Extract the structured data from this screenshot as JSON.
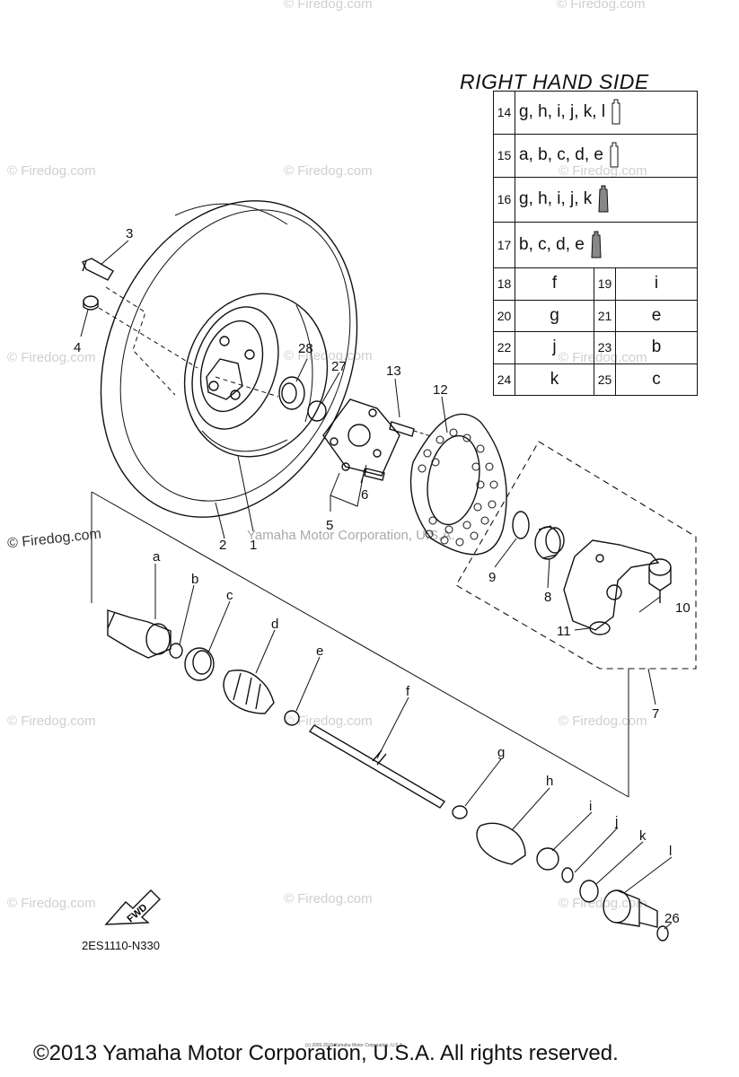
{
  "table": {
    "title": "RIGHT HAND SIDE",
    "rows": [
      {
        "no": "14",
        "letters": "g, h, i, j, k, l"
      },
      {
        "no": "15",
        "letters": "a, b, c, d, e"
      },
      {
        "no": "16",
        "letters": "g, h, i, j, k"
      },
      {
        "no": "17",
        "letters": "b, c, d, e"
      }
    ],
    "pairs": [
      {
        "no1": "18",
        "v1": "f",
        "no2": "19",
        "v2": "i"
      },
      {
        "no1": "20",
        "v1": "g",
        "no2": "21",
        "v2": "e"
      },
      {
        "no1": "22",
        "v1": "j",
        "no2": "23",
        "v2": "b"
      },
      {
        "no1": "24",
        "v1": "k",
        "no2": "25",
        "v2": "c"
      }
    ]
  },
  "callouts": {
    "n1": "1",
    "n2": "2",
    "n3": "3",
    "n4": "4",
    "n5": "5",
    "n6": "6",
    "n7": "7",
    "n8": "8",
    "n9": "9",
    "n10": "10",
    "n11": "11",
    "n12": "12",
    "n13": "13",
    "n26": "26",
    "n27": "27",
    "n28": "28",
    "a": "a",
    "b": "b",
    "c": "c",
    "d": "d",
    "e": "e",
    "f": "f",
    "g": "g",
    "h": "h",
    "i": "i",
    "j": "j",
    "k": "k",
    "l": "l"
  },
  "fwd_label": "FWD",
  "diagram_code": "2ES1110-N330",
  "watermark": "© Firedog.com",
  "center_watermark": "Yamaha Motor Corporation, U.S.A.",
  "small_copyright": "(c) 2005-2016 Yamaha Motor Corporation, U.S.A.",
  "copyright": "©2013 Yamaha Motor Corporation, U.S.A. All rights reserved."
}
